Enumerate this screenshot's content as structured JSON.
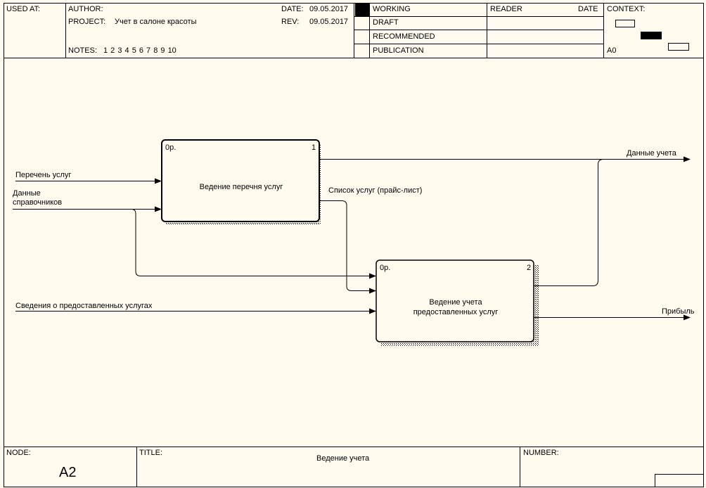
{
  "header": {
    "used_at_label": "USED AT:",
    "author_label": "AUTHOR:",
    "project_label": "PROJECT:",
    "project_value": "Учет в салоне красоты",
    "date_label": "DATE:",
    "date_value": "09.05.2017",
    "rev_label": "REV:",
    "rev_value": "09.05.2017",
    "notes_label": "NOTES:",
    "notes_value": "1  2  3  4  5  6  7  8  9  10",
    "statuses": [
      "WORKING",
      "DRAFT",
      "RECOMMENDED",
      "PUBLICATION"
    ],
    "reader_label": "READER",
    "reader_date_label": "DATE",
    "context_label": "CONTEXT:",
    "context_node": "A0"
  },
  "diagram": {
    "boxes": [
      {
        "name": "Ведение перечня услуг",
        "cost": "0р.",
        "number": "1"
      },
      {
        "name_line1": "Ведение учета",
        "name_line2": "предоставленных услуг",
        "cost": "0р.",
        "number": "2"
      }
    ],
    "arrows": {
      "in1": "Перечень услуг",
      "in2_line1": "Данные",
      "in2_line2": "справочников",
      "in3": "Сведения о предоставленных услугах",
      "internal": "Список услуг (прайс-лист)",
      "out1": "Данные учета",
      "out2": "Прибыль"
    }
  },
  "footer": {
    "node_label": "NODE:",
    "node_value": "A2",
    "title_label": "TITLE:",
    "title_value": "Ведение учета",
    "number_label": "NUMBER:"
  }
}
